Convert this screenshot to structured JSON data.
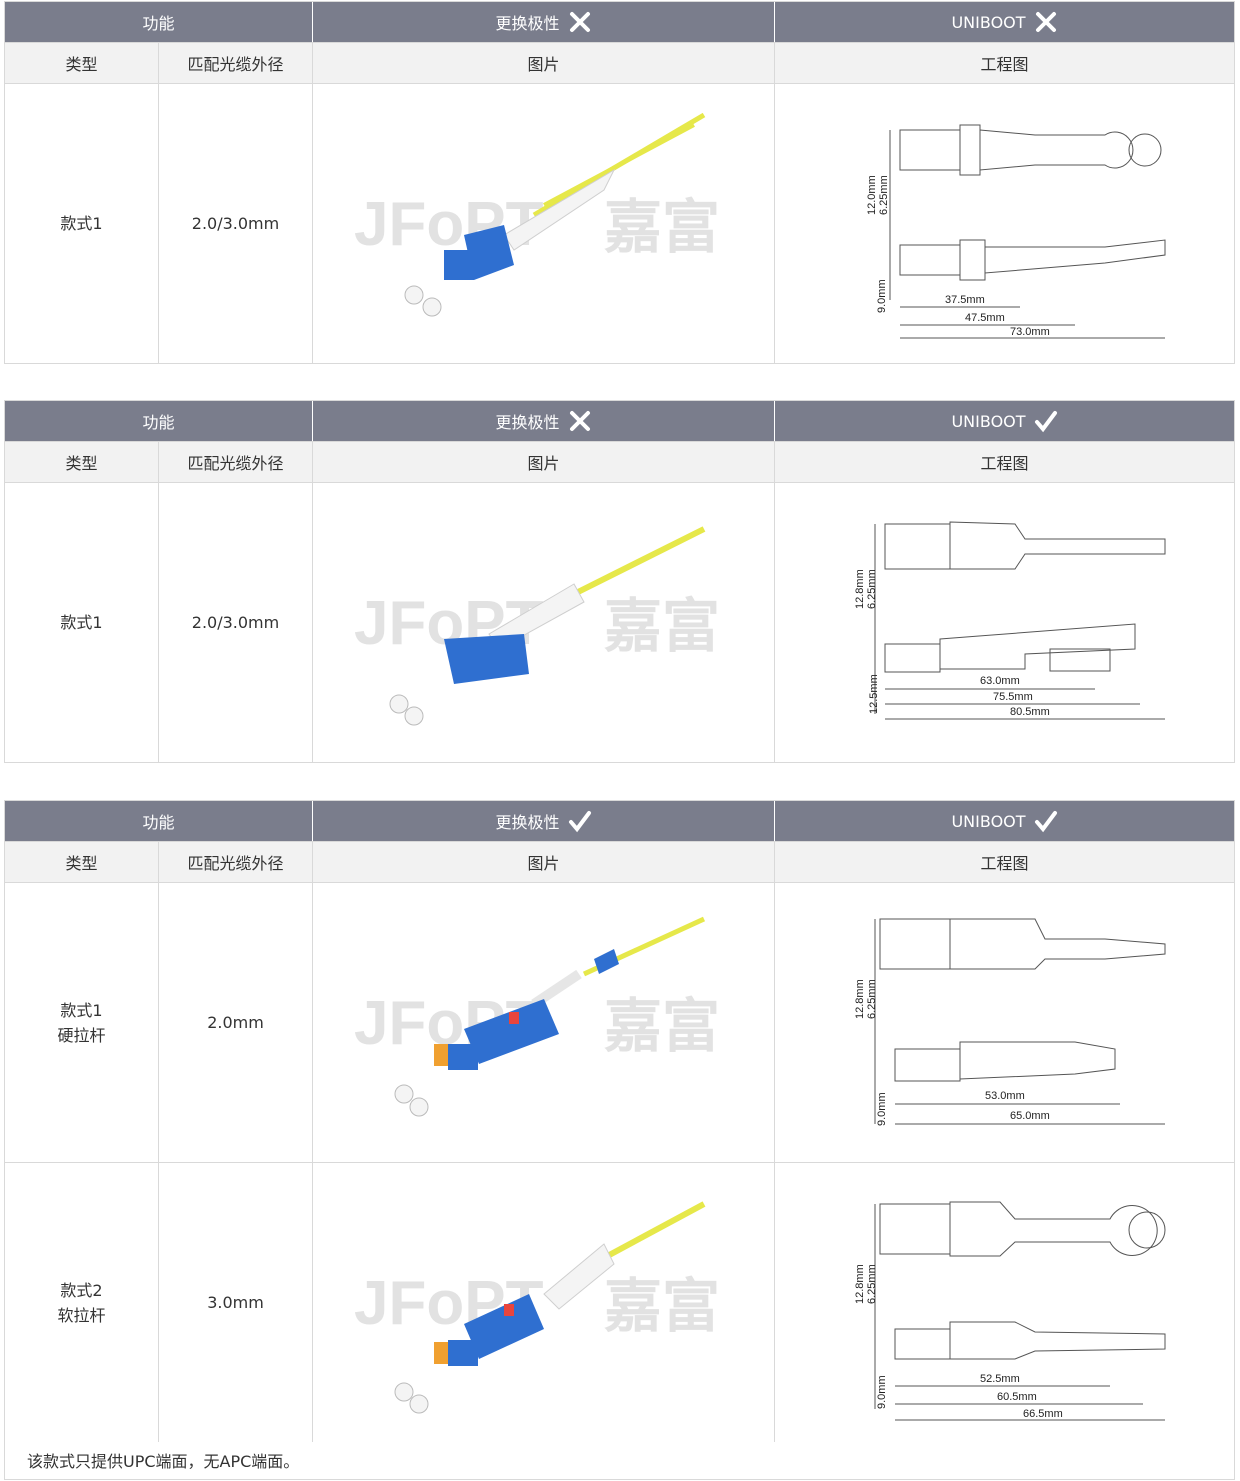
{
  "tables": [
    {
      "header": {
        "func": "功能",
        "polarity": "更换极性",
        "polarity_mark": "cross",
        "uniboot": "UNIBOOT",
        "uniboot_mark": "cross"
      },
      "sub": {
        "type": "类型",
        "diameter": "匹配光缆外径",
        "image": "图片",
        "drawing": "工程图"
      },
      "rows": [
        {
          "type": [
            "款式1"
          ],
          "diameter": "2.0/3.0mm",
          "dims_top": [
            "12.0mm",
            "6.25mm"
          ],
          "dims_bottom": [
            "9.0mm",
            "37.5mm",
            "47.5mm",
            "73.0mm"
          ]
        }
      ]
    },
    {
      "header": {
        "func": "功能",
        "polarity": "更换极性",
        "polarity_mark": "cross",
        "uniboot": "UNIBOOT",
        "uniboot_mark": "check"
      },
      "sub": {
        "type": "类型",
        "diameter": "匹配光缆外径",
        "image": "图片",
        "drawing": "工程图"
      },
      "rows": [
        {
          "type": [
            "款式1"
          ],
          "diameter": "2.0/3.0mm",
          "dims_top": [
            "12.8mm",
            "6.25mm"
          ],
          "dims_bottom": [
            "12.5mm",
            "63.0mm",
            "75.5mm",
            "80.5mm"
          ]
        }
      ]
    },
    {
      "header": {
        "func": "功能",
        "polarity": "更换极性",
        "polarity_mark": "check",
        "uniboot": "UNIBOOT",
        "uniboot_mark": "check"
      },
      "sub": {
        "type": "类型",
        "diameter": "匹配光缆外径",
        "image": "图片",
        "drawing": "工程图"
      },
      "rows": [
        {
          "type": [
            "款式1",
            "硬拉杆"
          ],
          "diameter": "2.0mm",
          "dims_top": [
            "12.8mm",
            "6.25mm"
          ],
          "dims_bottom": [
            "9.0mm",
            "53.0mm",
            "65.0mm"
          ]
        },
        {
          "type": [
            "款式2",
            "软拉杆"
          ],
          "diameter": "3.0mm",
          "dims_top": [
            "12.8mm",
            "6.25mm"
          ],
          "dims_bottom": [
            "9.0mm",
            "52.5mm",
            "60.5mm",
            "66.5mm"
          ]
        }
      ]
    }
  ],
  "watermark": {
    "brand": "JFoPT",
    "cn": "嘉富"
  },
  "note": "该款式只提供UPC端面，无APC端面。",
  "colors": {
    "header_bg": "#7a7d8c",
    "sub_bg": "#f2f2f2",
    "fiber": "#e6e84a",
    "connector": "#2f6fd0",
    "latch": "#e8453c",
    "ferrule_ring": "#f0a030"
  }
}
